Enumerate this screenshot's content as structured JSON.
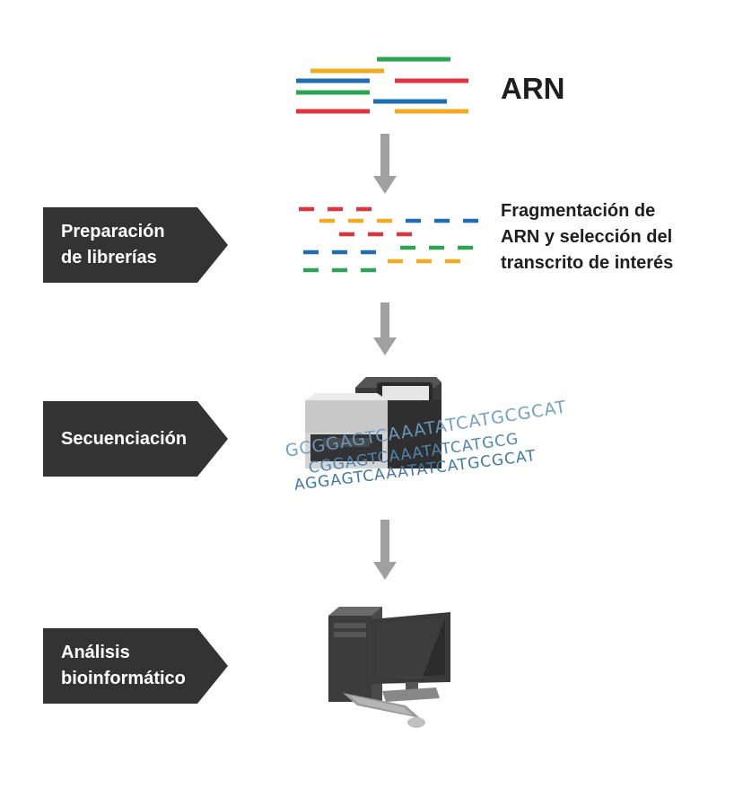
{
  "rna_label": "ARN",
  "fragmentation_text": [
    "Fragmentación de",
    "ARN y selección del",
    "transcrito de interés"
  ],
  "steps": [
    {
      "lines": [
        "Preparación",
        "de librerías"
      ]
    },
    {
      "lines": [
        "Secuenciación"
      ]
    },
    {
      "lines": [
        "Análisis",
        "bioinformático"
      ]
    }
  ],
  "dna_sequences": [
    "GCGGAGTCAAATATCATGCGCAT",
    "CGGAGTCAAATATCATGCG",
    "AGGAGTCAAATATCATGCGCAT"
  ],
  "colors": {
    "red": "#e0333f",
    "orange": "#f2aa1f",
    "blue": "#1f6db3",
    "green": "#2aa653",
    "arrow": "#a0a0a0",
    "step_bg": "#333333",
    "dna_letters": "#4e86b3"
  }
}
